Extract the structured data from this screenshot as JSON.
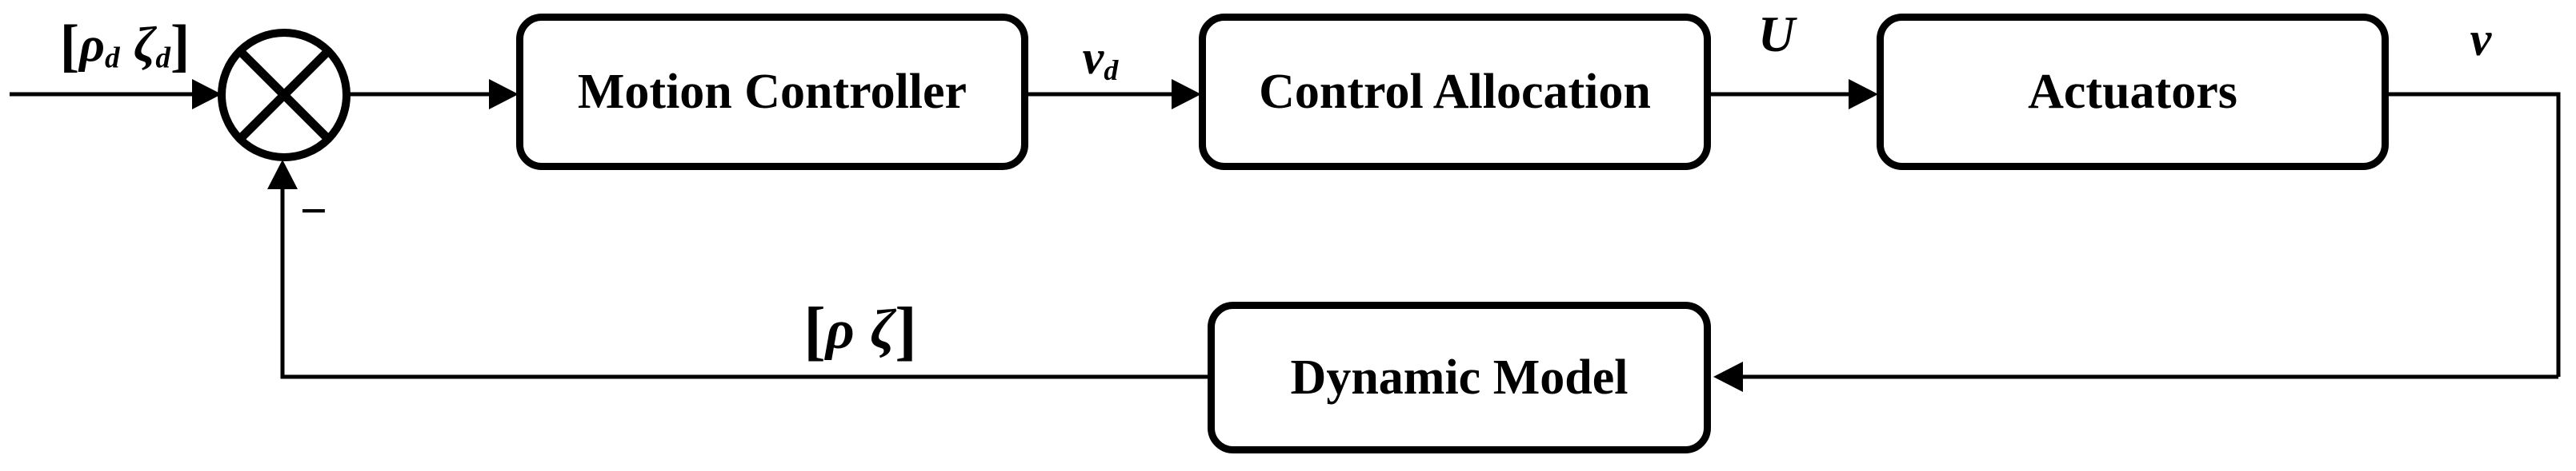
{
  "diagram": {
    "background": "#ffffff",
    "stroke_color": "#000000",
    "blocks": {
      "motion_controller": "Motion Controller",
      "control_allocation": "Control Allocation",
      "actuators": "Actuators",
      "dynamic_model": "Dynamic Model"
    },
    "labels": {
      "reference": {
        "open": "[",
        "rho": "ρ",
        "rho_sub": "d",
        "zeta": "ζ",
        "zeta_sub": "d",
        "close": "]"
      },
      "controller_output": {
        "main": "v",
        "sub": "d"
      },
      "allocation_output": "U",
      "actuators_output": "v",
      "feedback": {
        "open": "[",
        "rho": "ρ",
        "zeta": "ζ",
        "close": "]"
      },
      "sum_sign": "−"
    }
  }
}
